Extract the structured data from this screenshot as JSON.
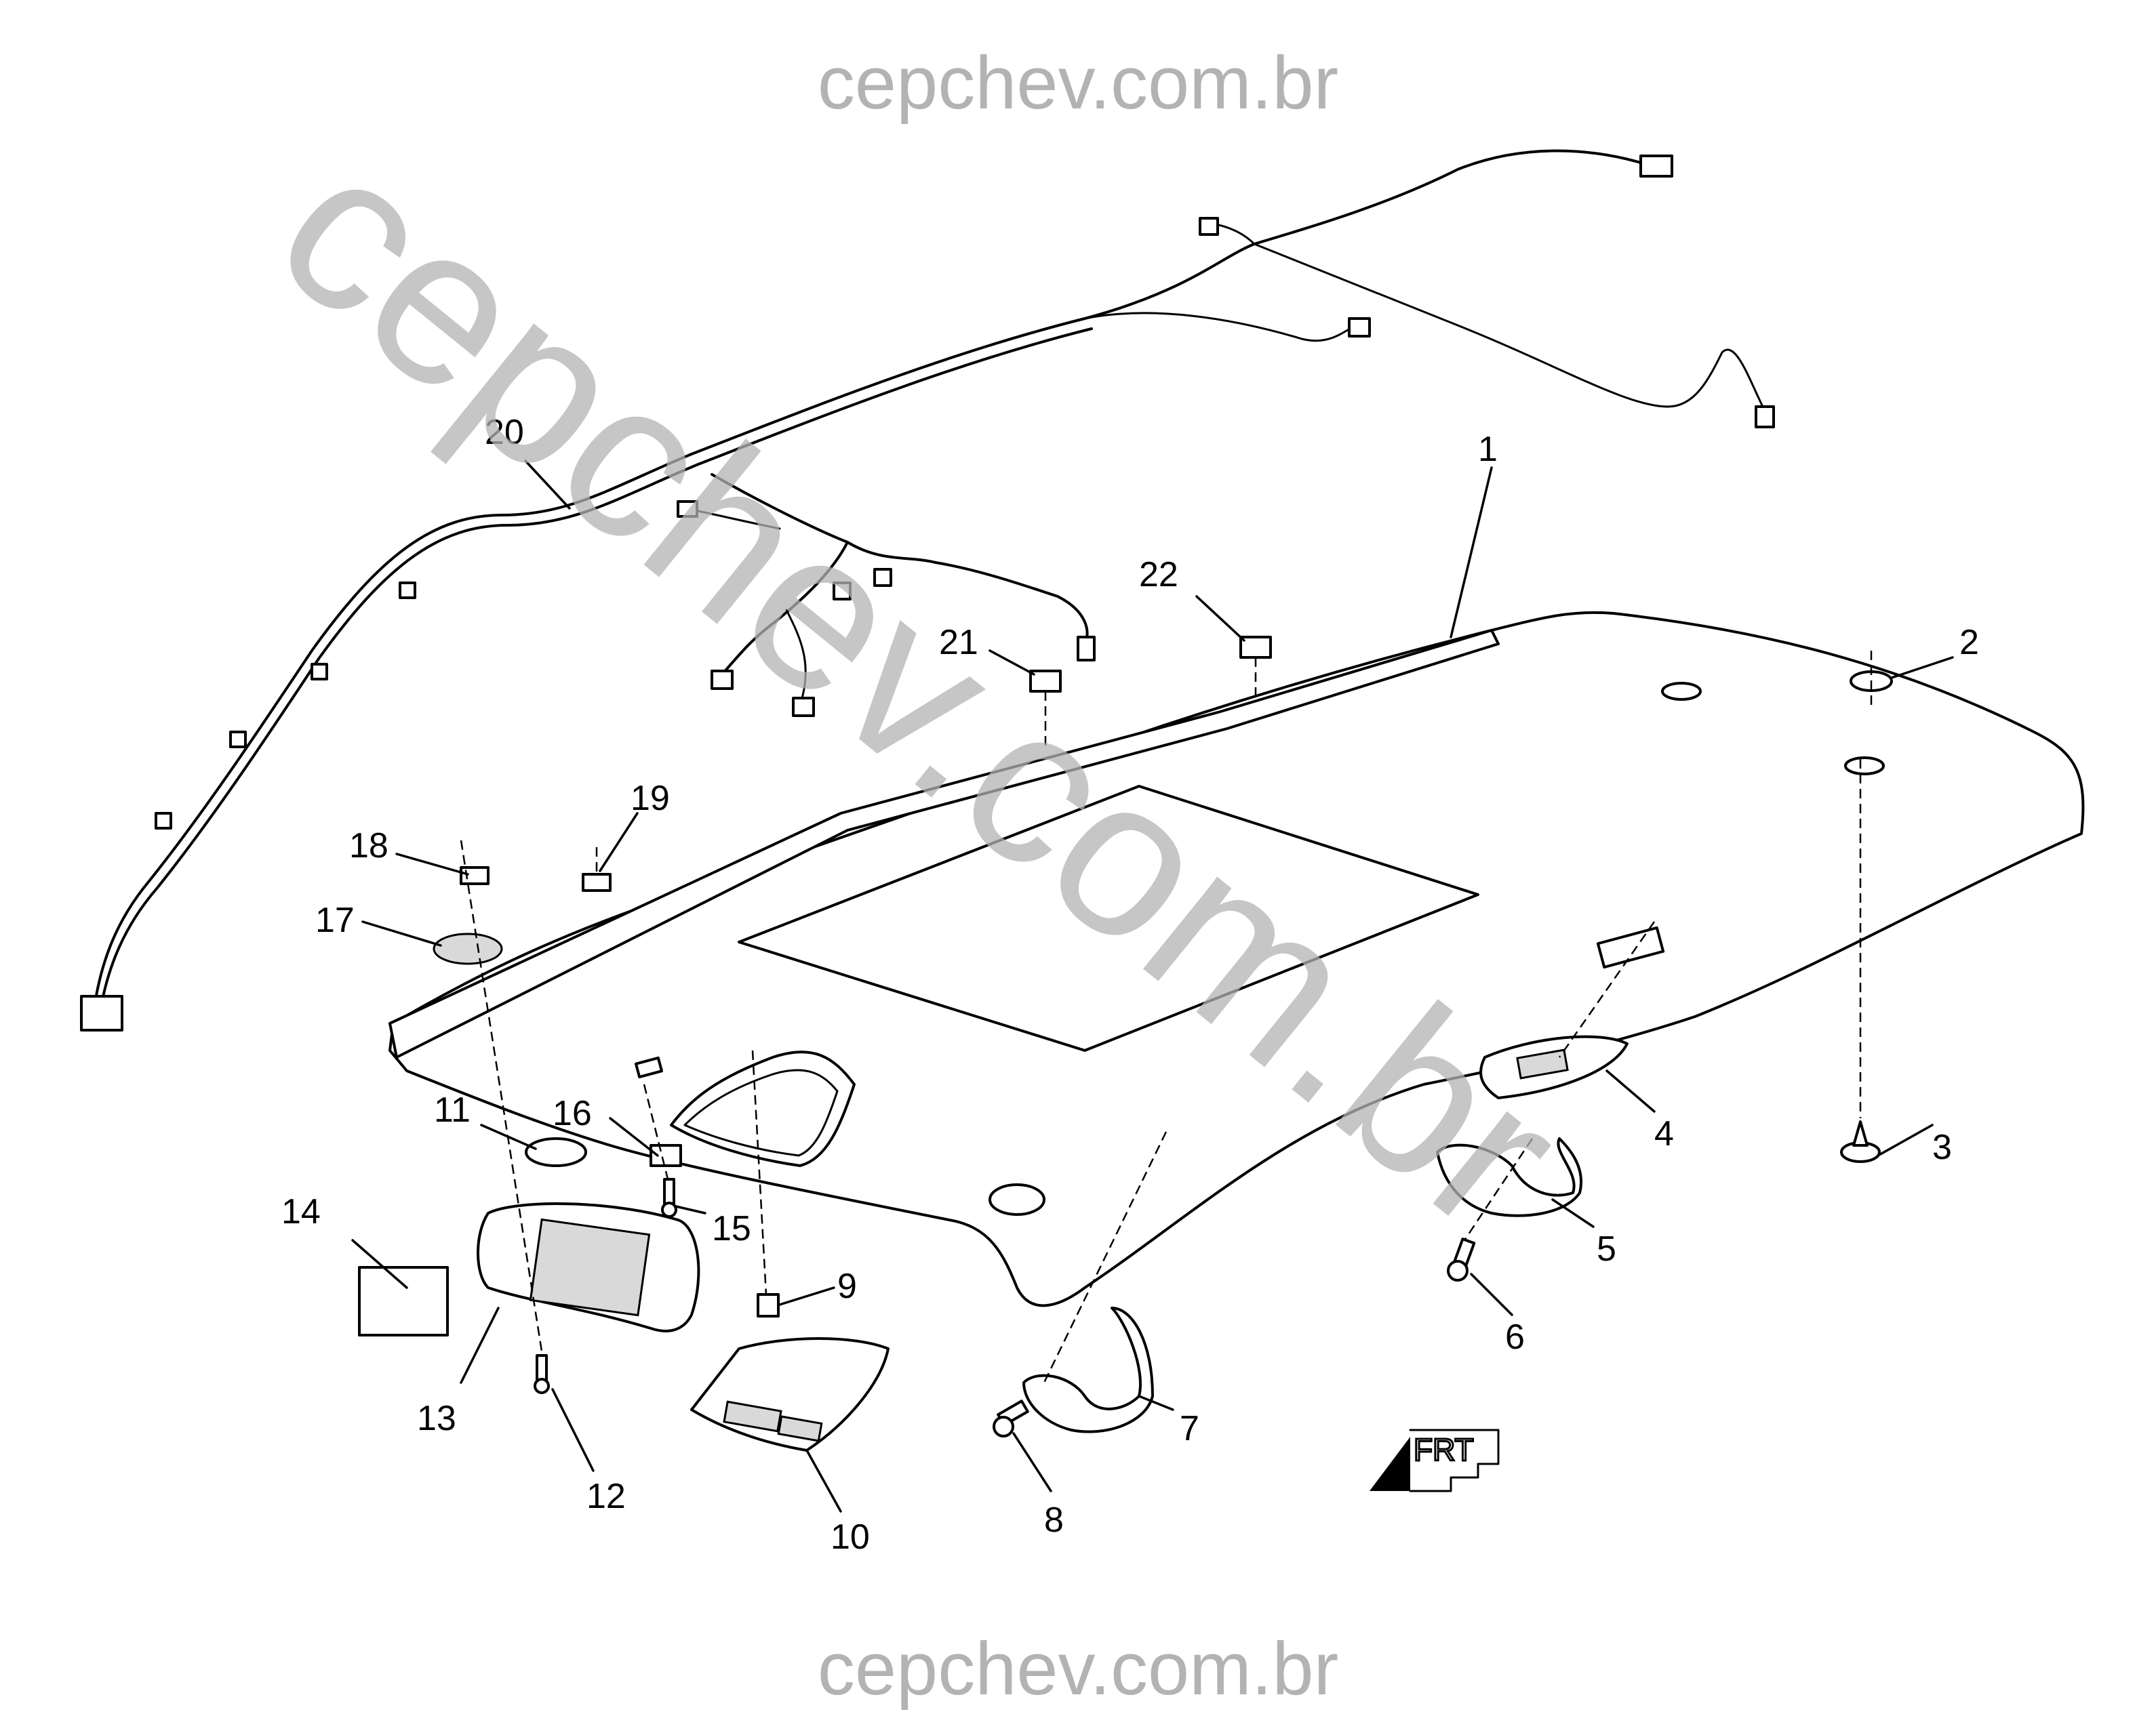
{
  "watermarks": {
    "top": "cepchev.com.br",
    "bottom": "cepchev.com.br",
    "diagonal": "cepchev.com.br"
  },
  "direction_indicator": {
    "label": "FRT",
    "icon": "front-arrow-icon"
  },
  "callouts": [
    {
      "id": "1",
      "label": "1"
    },
    {
      "id": "2",
      "label": "2"
    },
    {
      "id": "3",
      "label": "3"
    },
    {
      "id": "4",
      "label": "4"
    },
    {
      "id": "5",
      "label": "5"
    },
    {
      "id": "6",
      "label": "6"
    },
    {
      "id": "7",
      "label": "7"
    },
    {
      "id": "8",
      "label": "8"
    },
    {
      "id": "9",
      "label": "9"
    },
    {
      "id": "10",
      "label": "10"
    },
    {
      "id": "11",
      "label": "11"
    },
    {
      "id": "12",
      "label": "12"
    },
    {
      "id": "13",
      "label": "13"
    },
    {
      "id": "14",
      "label": "14"
    },
    {
      "id": "15",
      "label": "15"
    },
    {
      "id": "16",
      "label": "16"
    },
    {
      "id": "17",
      "label": "17"
    },
    {
      "id": "18",
      "label": "18"
    },
    {
      "id": "19",
      "label": "19"
    },
    {
      "id": "20",
      "label": "20"
    },
    {
      "id": "21",
      "label": "21"
    },
    {
      "id": "22",
      "label": "22"
    }
  ],
  "colors": {
    "line": "#000000",
    "watermark": "#b3b3b3",
    "background": "#ffffff"
  }
}
